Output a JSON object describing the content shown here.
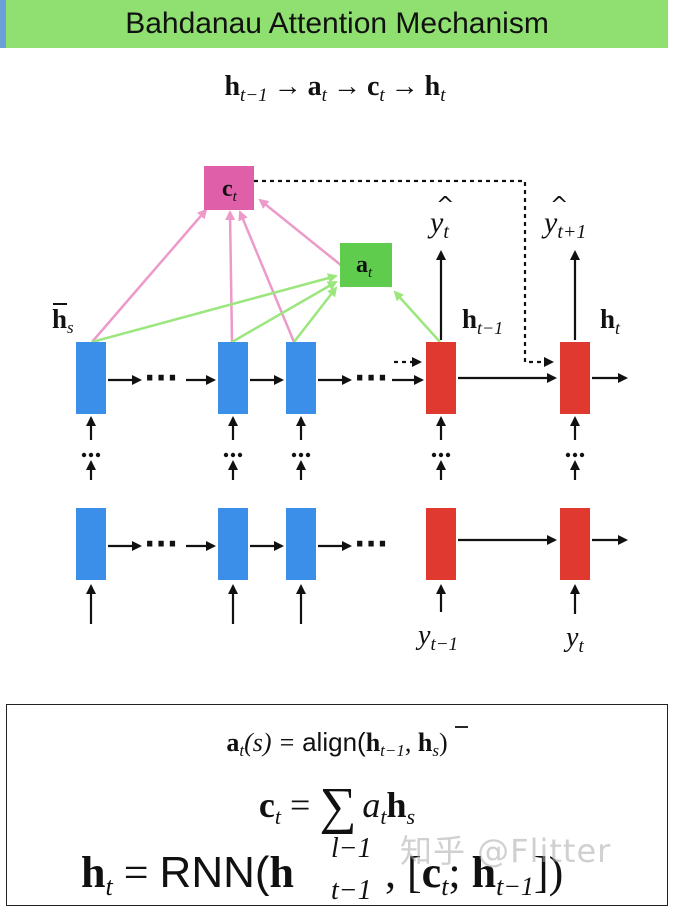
{
  "header": {
    "title": "Bahdanau Attention Mechanism"
  },
  "flow": {
    "h_prev": "h",
    "h_prev_sub": "t−1",
    "a": "a",
    "a_sub": "t",
    "c": "c",
    "c_sub": "t",
    "h": "h",
    "h_sub": "t",
    "arrow": "→"
  },
  "nodes": {
    "context": {
      "label": "c",
      "sub": "t",
      "color": "#df5fa8"
    },
    "attention": {
      "label": "a",
      "sub": "t",
      "color": "#5fcc4e"
    },
    "encoder_color": "#3b8fe8",
    "decoder_color": "#e03a30"
  },
  "labels": {
    "hbar": "h",
    "hbar_sub": "s",
    "h_prev": "h",
    "h_prev_sub": "t−1",
    "h_t": "h",
    "h_t_sub": "t",
    "yhat_t": "y",
    "yhat_t_sub": "t",
    "yhat_next": "y",
    "yhat_next_sub": "t+1",
    "y_prev": "y",
    "y_prev_sub": "t−1",
    "y_t": "y",
    "y_t_sub": "t",
    "ellipsis": "···"
  },
  "formulas": {
    "eq1": {
      "lhs": "a",
      "lhs_sub": "t",
      "arg": "(s) = ",
      "fn": "align(",
      "h": "h",
      "h_sub": "t−1",
      "comma": ", ",
      "hbar": "h",
      "hbar_sub": "s",
      "close": ")"
    },
    "eq2": {
      "lhs": "c",
      "lhs_sub": "t",
      "eq": " = ",
      "sum": "∑",
      "a": "a",
      "a_sub": "t",
      "h": "h",
      "h_sub": "s"
    },
    "eq3": {
      "lhs": "h",
      "lhs_sub": "t",
      "eq": " = ",
      "fn": "RNN(",
      "h": "h",
      "h_sup": "l−1",
      "h_sub": "t−1",
      "mid": ", [",
      "c": "c",
      "c_sub": "t",
      "semi": "; ",
      "h2": "h",
      "h2_sub": "t−1",
      "close": "])"
    }
  },
  "watermark": "知乎 @Flitter"
}
